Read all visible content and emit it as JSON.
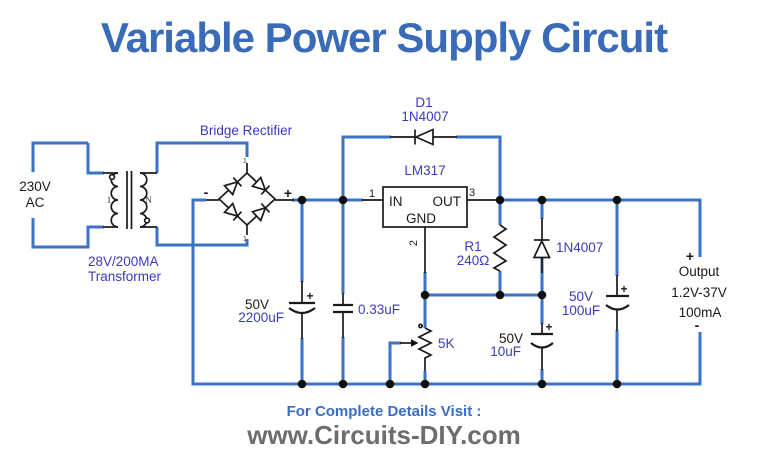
{
  "title": "Variable Power Supply Circuit",
  "footer": {
    "visit": "For Complete Details Visit :",
    "site": "www.Circuits-DIY.com"
  },
  "colors": {
    "wire_blue": "#3a72c4",
    "label_indigo": "#3b3abf",
    "title_blue": "#3a6bb8",
    "footer_gray": "#6d6d70",
    "component_black": "#1a1a1a"
  },
  "circuit": {
    "ac_source": {
      "line1": "230V",
      "line2": "AC"
    },
    "transformer": {
      "rating": "28V/200MA",
      "name": "Transformer",
      "primary_mark": "1",
      "secondary_mark": "N"
    },
    "bridge": {
      "label": "Bridge Rectifier",
      "neg": "-",
      "pos": "+",
      "top_tick": "1",
      "bottom_tick": "1"
    },
    "d1": {
      "name": "D1",
      "part": "1N4007"
    },
    "lm317": {
      "name": "LM317",
      "in": "IN",
      "out": "OUT",
      "gnd": "GND",
      "pin1": "1",
      "pin2": "2",
      "pin3": "3"
    },
    "cap2200": {
      "voltage": "50V",
      "value": "2200uF",
      "polarity": "+"
    },
    "cap033": {
      "value": "0.33uF"
    },
    "r1": {
      "name": "R1",
      "value": "240Ω"
    },
    "d2": {
      "part": "1N4007"
    },
    "cap10": {
      "voltage": "50V",
      "value": "10uF",
      "polarity": "+"
    },
    "cap100": {
      "voltage": "50V",
      "value": "100uF",
      "polarity": "+"
    },
    "pot": {
      "value": "5K"
    },
    "output": {
      "pos": "+",
      "label": "Output",
      "range": "1.2V-37V",
      "current": "100mA",
      "neg": "-"
    }
  }
}
